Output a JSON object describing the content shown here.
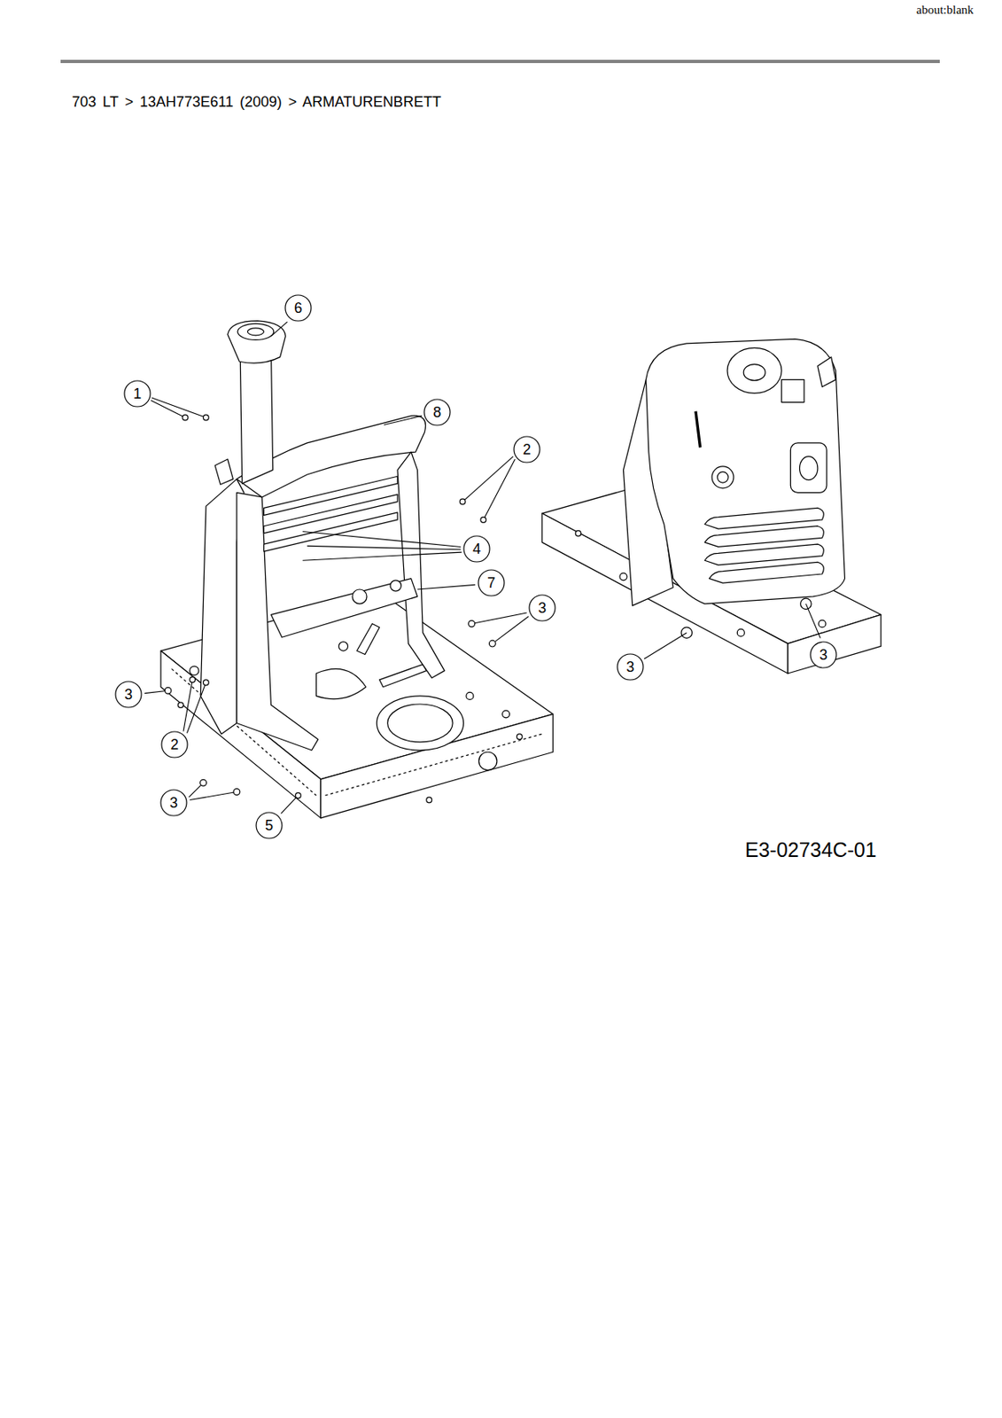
{
  "diagram": {
    "title": "703 LT > 13AH773E611 (2009) > ARMATURENBRETT",
    "nodes": [
      {
        "text": [
          "6"
        ]
      },
      {
        "text": [
          "1"
        ]
      },
      {
        "text": [
          "8"
        ]
      },
      {
        "text": [
          "2"
        ]
      },
      {
        "text": [
          "4"
        ]
      },
      {
        "text": [
          "7"
        ]
      },
      {
        "text": [
          "3"
        ]
      },
      {
        "text": [
          "3"
        ]
      },
      {
        "text": [
          "3"
        ]
      },
      {
        "text": [
          "3"
        ]
      },
      {
        "text": [
          "2"
        ]
      },
      {
        "text": [
          "3"
        ]
      },
      {
        "text": [
          "5"
        ]
      }
    ],
    "labels": [
      "about:blank",
      "E3-02734C-01"
    ]
  }
}
